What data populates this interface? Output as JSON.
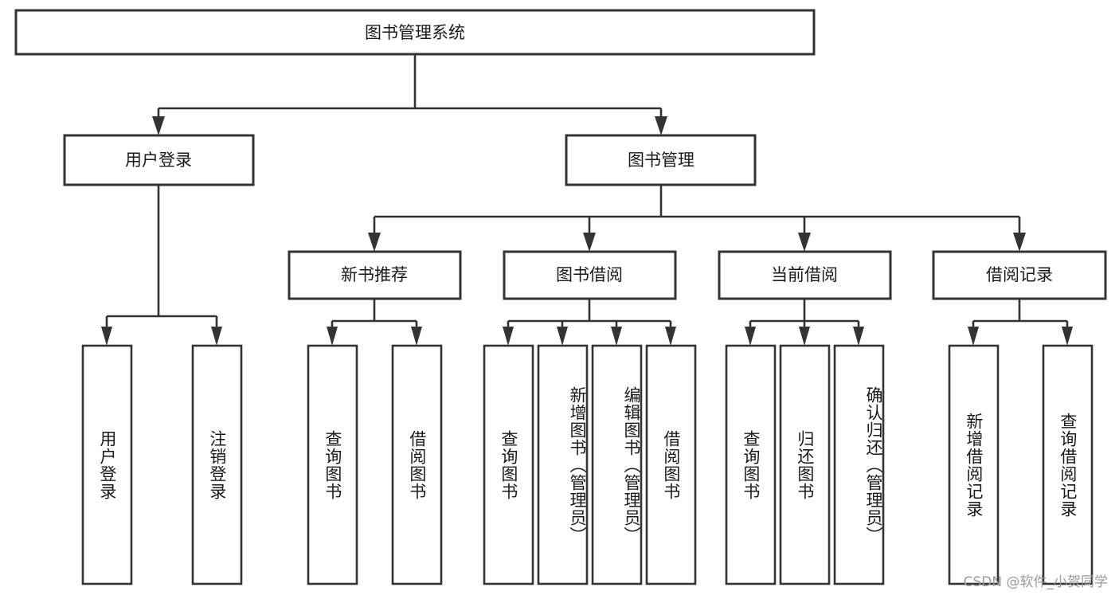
{
  "diagram": {
    "type": "tree",
    "title": "图书管理系统",
    "watermark": "CSDN @软件_小贺同学",
    "colors": {
      "stroke": "#333333",
      "fill": "#ffffff",
      "text": "#1a1a1a",
      "watermark": "#9a9a9a"
    },
    "root": {
      "label": "图书管理系统"
    },
    "level2": [
      {
        "id": "user-login",
        "label": "用户登录"
      },
      {
        "id": "book-manage",
        "label": "图书管理"
      }
    ],
    "level3": [
      {
        "id": "new-book-recommend",
        "label": "新书推荐",
        "parent": "book-manage"
      },
      {
        "id": "book-borrow",
        "label": "图书借阅",
        "parent": "book-manage"
      },
      {
        "id": "current-borrow",
        "label": "当前借阅",
        "parent": "book-manage"
      },
      {
        "id": "borrow-record",
        "label": "借阅记录",
        "parent": "book-manage"
      }
    ],
    "leaves": {
      "user_login": [
        {
          "id": "leaf-user-login",
          "label": "用户登录"
        },
        {
          "id": "leaf-user-logout",
          "label": "注销登录"
        }
      ],
      "new_book_recommend": [
        {
          "id": "leaf-query-book-1",
          "label": "查询图书"
        },
        {
          "id": "leaf-borrow-book-1",
          "label": "借阅图书"
        }
      ],
      "book_borrow": [
        {
          "id": "leaf-query-book-2",
          "label": "查询图书"
        },
        {
          "id": "leaf-add-book",
          "label": "新增图书（管理员）"
        },
        {
          "id": "leaf-edit-book",
          "label": "编辑图书（管理员）"
        },
        {
          "id": "leaf-borrow-book-2",
          "label": "借阅图书"
        }
      ],
      "current_borrow": [
        {
          "id": "leaf-query-book-3",
          "label": "查询图书"
        },
        {
          "id": "leaf-return-book",
          "label": "归还图书"
        },
        {
          "id": "leaf-confirm-return",
          "label": "确认归还（管理员）"
        }
      ],
      "borrow_record": [
        {
          "id": "leaf-add-record",
          "label": "新增借阅记录"
        },
        {
          "id": "leaf-query-record",
          "label": "查询借阅记录"
        }
      ]
    }
  }
}
